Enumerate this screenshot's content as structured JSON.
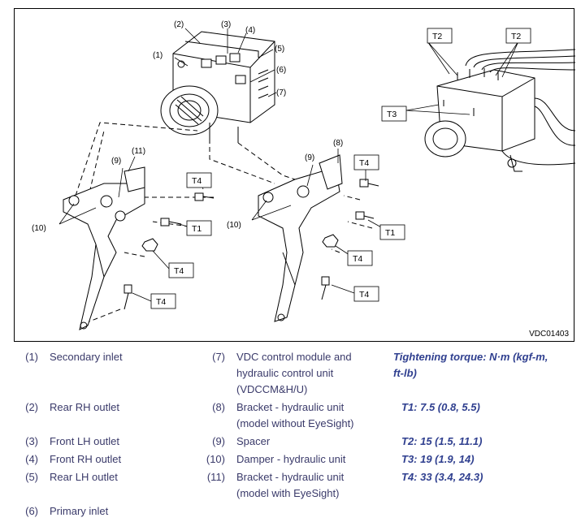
{
  "figure": {
    "id": "VDC01403",
    "labels": [
      "(1)",
      "(2)",
      "(3)",
      "(4)",
      "(5)",
      "(6)",
      "(7)",
      "(8)",
      "(9)",
      "(10)",
      "(11)"
    ],
    "torque_tags": [
      "T1",
      "T2",
      "T3",
      "T4"
    ]
  },
  "legend": {
    "items": [
      {
        "num": "(1)",
        "text": "Secondary inlet"
      },
      {
        "num": "(2)",
        "text": "Rear RH outlet"
      },
      {
        "num": "(3)",
        "text": "Front LH outlet"
      },
      {
        "num": "(4)",
        "text": "Front RH outlet"
      },
      {
        "num": "(5)",
        "text": "Rear LH outlet"
      },
      {
        "num": "(6)",
        "text": "Primary inlet"
      },
      {
        "num": "(7)",
        "text_line1": "VDC control module and",
        "text_line2": "hydraulic control unit",
        "text_line3": "(VDCCM&H/U)"
      },
      {
        "num": "(8)",
        "text_line1": "Bracket - hydraulic unit",
        "text_line2": "(model without EyeSight)"
      },
      {
        "num": "(9)",
        "text": "Spacer"
      },
      {
        "num": "(10)",
        "text": "Damper - hydraulic unit"
      },
      {
        "num": "(11)",
        "text_line1": "Bracket - hydraulic unit",
        "text_line2": "(model with EyeSight)"
      }
    ],
    "torque": {
      "heading_line1": "Tightening torque: N·m (kgf-m,",
      "heading_line2": "ft-lb)",
      "t1": "T1:  7.5 (0.8, 5.5)",
      "t2": "T2:  15 (1.5, 11.1)",
      "t3": "T3:  19 (1.9, 14)",
      "t4": "T4:  33 (3.4, 24.3)"
    }
  }
}
